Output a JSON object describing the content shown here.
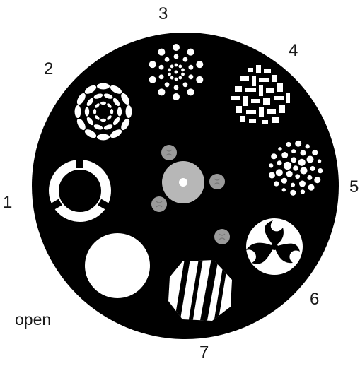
{
  "diagram": {
    "colors": {
      "background": "#ffffff",
      "wheel": "#000000",
      "cutout": "#ffffff",
      "hub": "#b7b7b7",
      "screw": "#9a9a9a",
      "text": "#1a1a1a"
    },
    "positions": [
      {
        "id": "1",
        "label": "1",
        "gobo": "segmented-ring"
      },
      {
        "id": "2",
        "label": "2",
        "gobo": "concentric-ovals"
      },
      {
        "id": "3",
        "label": "3",
        "gobo": "starburst-dots"
      },
      {
        "id": "4",
        "label": "4",
        "gobo": "scattered-bricks"
      },
      {
        "id": "5",
        "label": "5",
        "gobo": "dot-cluster"
      },
      {
        "id": "6",
        "label": "6",
        "gobo": "swirl-flame"
      },
      {
        "id": "7",
        "label": "7",
        "gobo": "diagonal-stripes"
      }
    ],
    "open_label": "open"
  }
}
